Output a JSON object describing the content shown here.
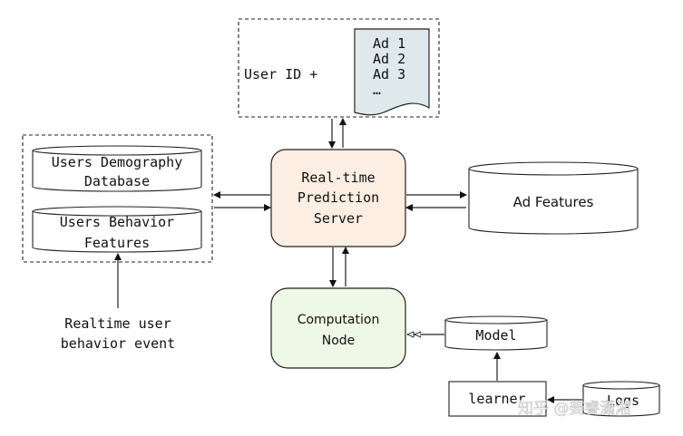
{
  "diagram": {
    "query": {
      "label": "User ID +",
      "ads": [
        "Ad 1",
        "Ad 2",
        "Ad 3",
        "…"
      ]
    },
    "user_db": {
      "demography": [
        "Users Demography",
        "Database"
      ],
      "behavior": [
        "Users Behavior",
        "Features"
      ]
    },
    "server": [
      "Real-time",
      "Prediction",
      "Server"
    ],
    "ad_features": "Ad Features",
    "computation_node": [
      "Computation",
      "Node"
    ],
    "model": "Model",
    "learner": "learner",
    "logs": "Logs",
    "event": [
      "Realtime user",
      "behavior event"
    ],
    "watermark": "知乎 @姜睿潇湘"
  },
  "colors": {
    "server_fill": "#fdeee3",
    "computation_fill": "#eef8e6",
    "document_fill": "#dfe9ec",
    "cylinder_fill": "#ffffff",
    "border": "#222222"
  }
}
